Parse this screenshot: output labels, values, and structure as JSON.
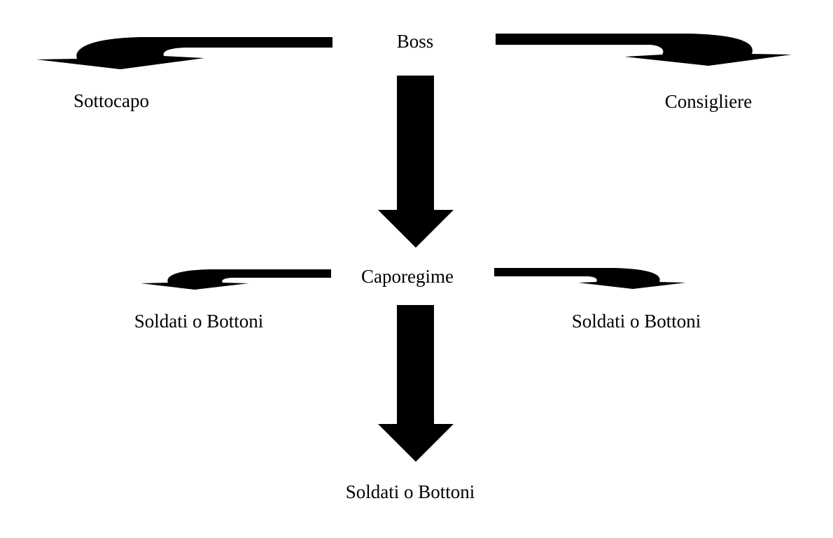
{
  "colors": {
    "arrow": "#000000",
    "text": "#000000",
    "background": "#ffffff"
  },
  "nodes": {
    "boss": "Boss",
    "sottocapo": "Sottocapo",
    "consigliere": "Consigliere",
    "caporegime": "Caporegime",
    "soldati_left": "Soldati o Bottoni",
    "soldati_right": "Soldati o Bottoni",
    "soldati_bottom": "Soldati o Bottoni"
  },
  "edges": [
    {
      "from": "boss",
      "to": "sottocapo"
    },
    {
      "from": "boss",
      "to": "consigliere"
    },
    {
      "from": "boss",
      "to": "caporegime"
    },
    {
      "from": "caporegime",
      "to": "soldati_left"
    },
    {
      "from": "caporegime",
      "to": "soldati_right"
    },
    {
      "from": "caporegime",
      "to": "soldati_bottom"
    }
  ]
}
